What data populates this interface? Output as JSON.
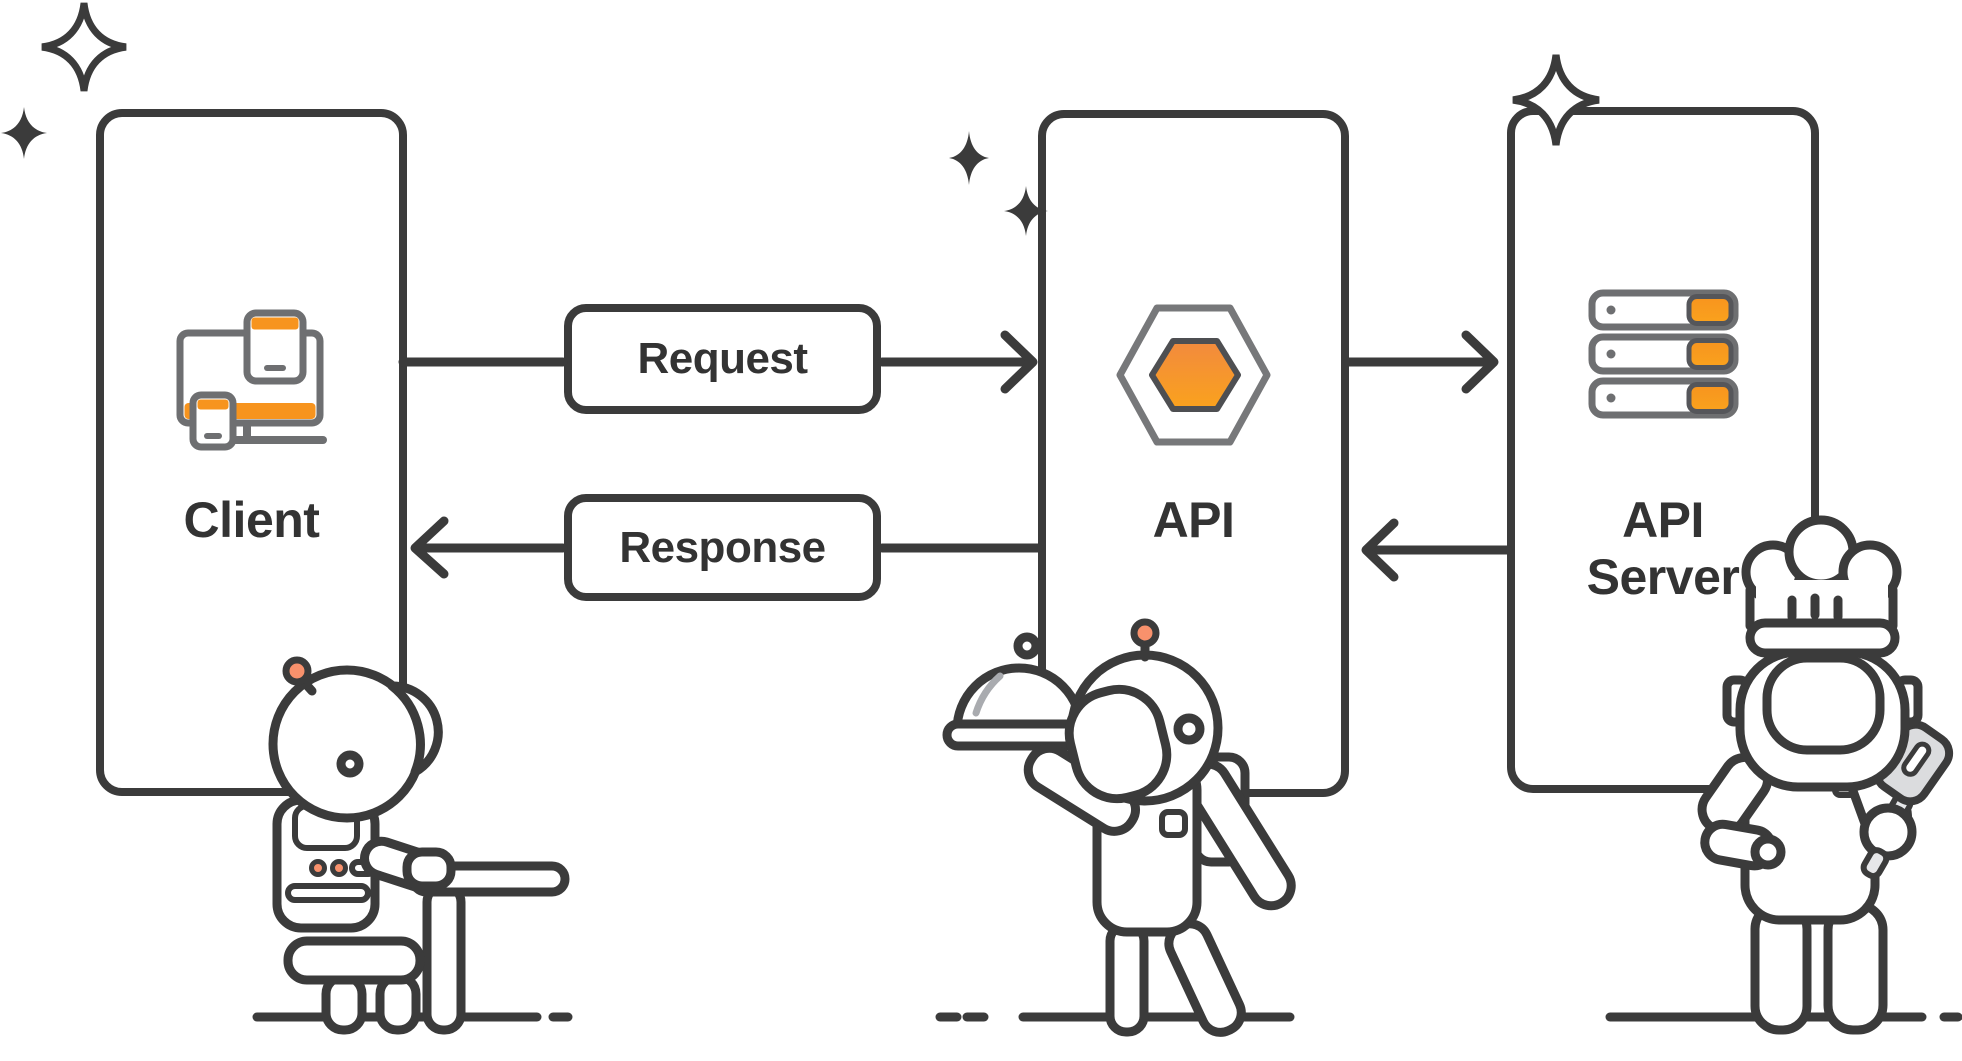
{
  "title": "API request-response diagram",
  "nodes": {
    "client": {
      "label": "Client"
    },
    "api": {
      "label": "API"
    },
    "api_server": {
      "line1": "API",
      "line2": "Server"
    }
  },
  "edges": {
    "request": {
      "label": "Request"
    },
    "response": {
      "label": "Response"
    }
  },
  "icons": {
    "client": "devices-icon",
    "api": "hexagon-icon",
    "api_server": "server-stack-icon"
  },
  "characters": {
    "left": "astronaut-customer-sitting",
    "middle": "astronaut-waiter-with-cloche",
    "right": "astronaut-chef-with-spatula"
  },
  "colors": {
    "ink": "#3B3B3B",
    "icon_gray": "#6E6F71",
    "orange": "#F7941E",
    "hex_top": "#F28A3E",
    "hex_bottom": "#FAA21D",
    "accent_salmon": "#F8916C",
    "lavender": "#CDD3F6",
    "metal_gray": "#E6E7E9",
    "shade_gray": "#A9ABAF"
  }
}
